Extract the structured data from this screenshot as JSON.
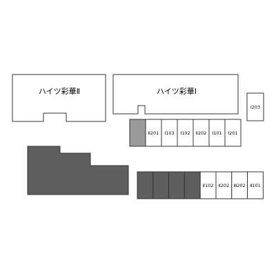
{
  "colors": {
    "outline": "#333333",
    "filled": "#5e5e5e",
    "filled_light": "#9a9a9a",
    "empty": "#ffffff"
  },
  "buildings": [
    {
      "label": "ハイツ彩華Ⅱ"
    },
    {
      "label": "ハイツ彩華Ⅰ"
    }
  ],
  "upper_row": [
    {
      "label": "",
      "status": "occupied-light"
    },
    {
      "label": "Ⅱ201",
      "status": "empty"
    },
    {
      "label": "Ⅰ103",
      "status": "empty"
    },
    {
      "label": "Ⅰ102",
      "status": "empty"
    },
    {
      "label": "Ⅱ202",
      "status": "empty"
    },
    {
      "label": "Ⅰ101",
      "status": "empty"
    },
    {
      "label": "Ⅰ201",
      "status": "empty"
    }
  ],
  "lower_row": [
    {
      "label": "",
      "status": "occupied"
    },
    {
      "label": "",
      "status": "occupied"
    },
    {
      "label": "",
      "status": "occupied"
    },
    {
      "label": "",
      "status": "occupied"
    },
    {
      "label": "Ⅱ102",
      "status": "empty"
    },
    {
      "label": "Ⅱ202",
      "status": "empty"
    },
    {
      "label": "Ⅲ202",
      "status": "empty"
    },
    {
      "label": "Ⅱ101",
      "status": "empty"
    }
  ],
  "separate_slot": {
    "label": "Ⅰ203",
    "status": "empty"
  }
}
